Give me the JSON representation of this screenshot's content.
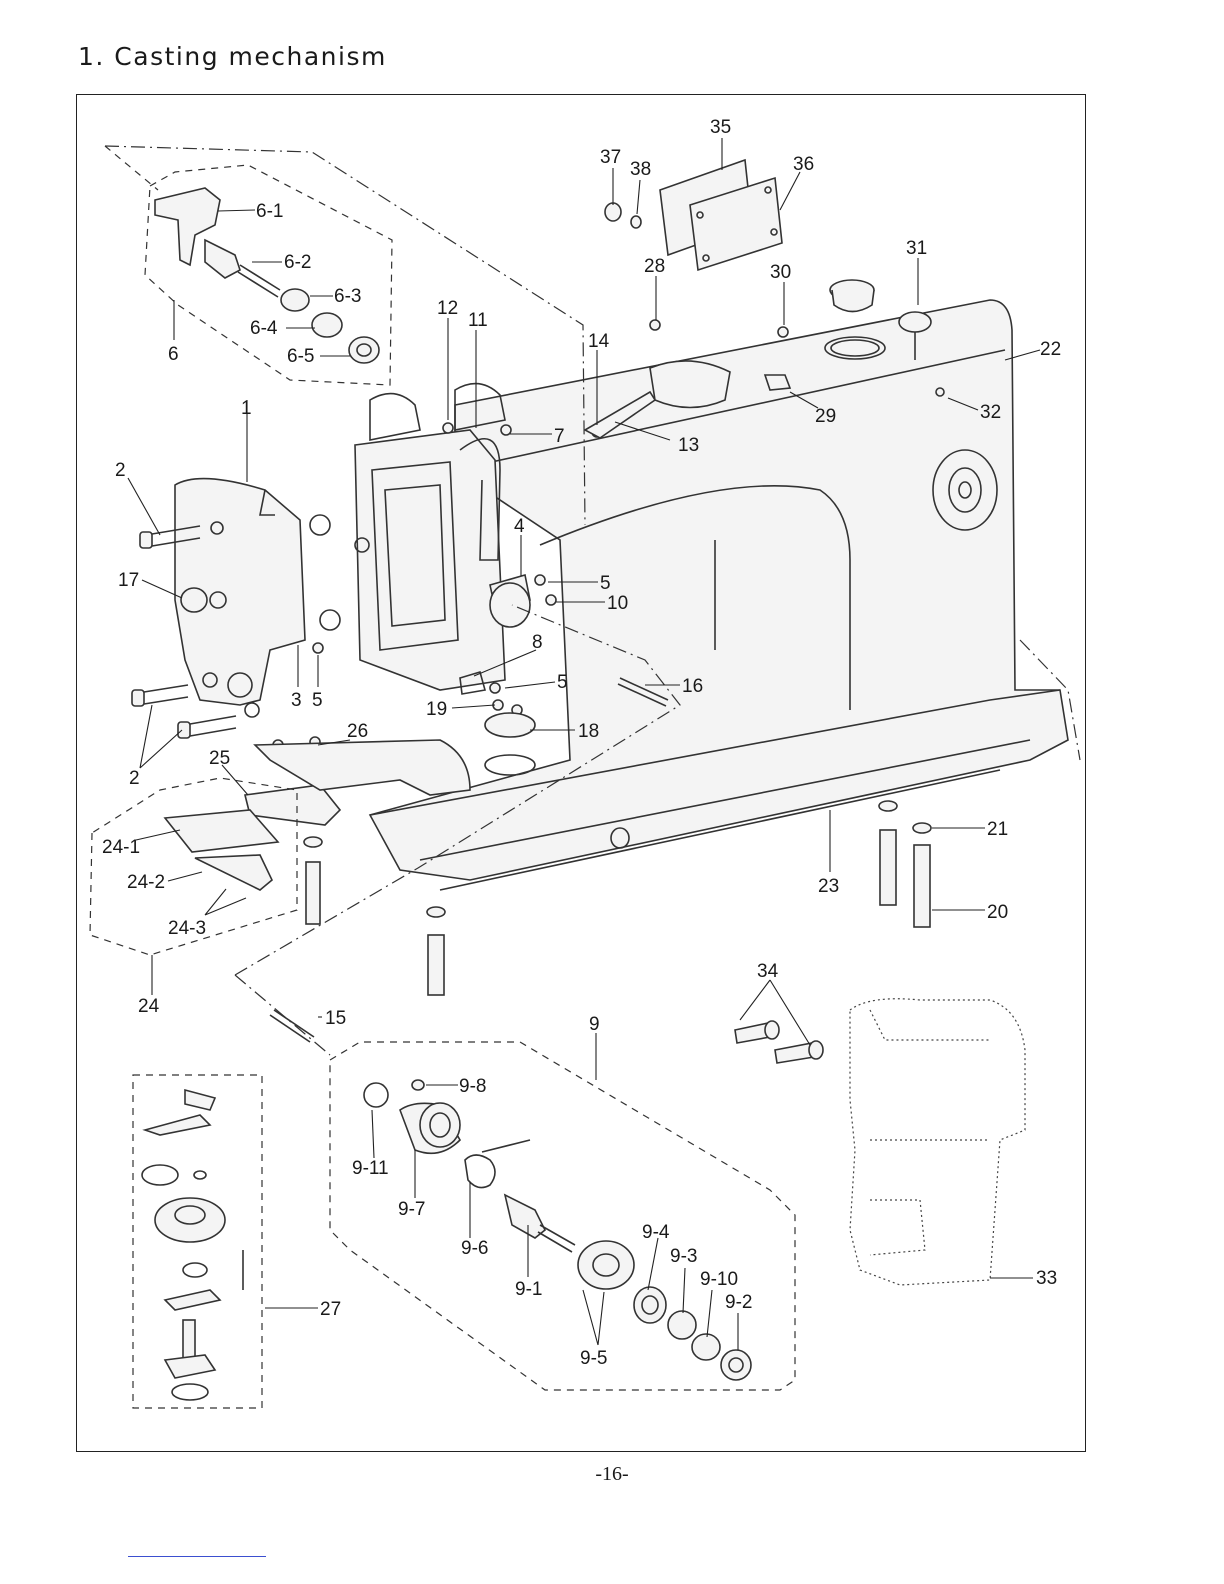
{
  "page": {
    "title": "1. Casting mechanism",
    "page_number": "-16-"
  },
  "callouts": [
    {
      "id": "c35",
      "label": "35"
    },
    {
      "id": "c37",
      "label": "37"
    },
    {
      "id": "c38",
      "label": "38"
    },
    {
      "id": "c36",
      "label": "36"
    },
    {
      "id": "c31",
      "label": "31"
    },
    {
      "id": "c28",
      "label": "28"
    },
    {
      "id": "c30",
      "label": "30"
    },
    {
      "id": "c22",
      "label": "22"
    },
    {
      "id": "c6-1",
      "label": "6-1"
    },
    {
      "id": "c6-2",
      "label": "6-2"
    },
    {
      "id": "c6-3",
      "label": "6-3"
    },
    {
      "id": "c6-4",
      "label": "6-4"
    },
    {
      "id": "c6-5",
      "label": "6-5"
    },
    {
      "id": "c6",
      "label": "6"
    },
    {
      "id": "c12",
      "label": "12"
    },
    {
      "id": "c11",
      "label": "11"
    },
    {
      "id": "c14",
      "label": "14"
    },
    {
      "id": "c29",
      "label": "29"
    },
    {
      "id": "c32",
      "label": "32"
    },
    {
      "id": "c1",
      "label": "1"
    },
    {
      "id": "c7",
      "label": "7"
    },
    {
      "id": "c13",
      "label": "13"
    },
    {
      "id": "c2a",
      "label": "2"
    },
    {
      "id": "c4",
      "label": "4"
    },
    {
      "id": "c17",
      "label": "17"
    },
    {
      "id": "c5a",
      "label": "5"
    },
    {
      "id": "c10",
      "label": "10"
    },
    {
      "id": "c8",
      "label": "8"
    },
    {
      "id": "c3",
      "label": "3"
    },
    {
      "id": "c5b",
      "label": "5"
    },
    {
      "id": "c5c",
      "label": "5"
    },
    {
      "id": "c16",
      "label": "16"
    },
    {
      "id": "c19",
      "label": "19"
    },
    {
      "id": "c26",
      "label": "26"
    },
    {
      "id": "c18",
      "label": "18"
    },
    {
      "id": "c25",
      "label": "25"
    },
    {
      "id": "c2b",
      "label": "2"
    },
    {
      "id": "c24-1",
      "label": "24-1"
    },
    {
      "id": "c24-2",
      "label": "24-2"
    },
    {
      "id": "c24-3",
      "label": "24-3"
    },
    {
      "id": "c24",
      "label": "24"
    },
    {
      "id": "c21",
      "label": "21"
    },
    {
      "id": "c23",
      "label": "23"
    },
    {
      "id": "c20",
      "label": "20"
    },
    {
      "id": "c34",
      "label": "34"
    },
    {
      "id": "c15",
      "label": "15"
    },
    {
      "id": "c9",
      "label": "9"
    },
    {
      "id": "c9-8",
      "label": "9-8"
    },
    {
      "id": "c9-11",
      "label": "9-11"
    },
    {
      "id": "c9-7",
      "label": "9-7"
    },
    {
      "id": "c9-6",
      "label": "9-6"
    },
    {
      "id": "c9-1",
      "label": "9-1"
    },
    {
      "id": "c9-4",
      "label": "9-4"
    },
    {
      "id": "c9-3",
      "label": "9-3"
    },
    {
      "id": "c9-10",
      "label": "9-10"
    },
    {
      "id": "c9-2",
      "label": "9-2"
    },
    {
      "id": "c9-5",
      "label": "9-5"
    },
    {
      "id": "c27",
      "label": "27"
    },
    {
      "id": "c33",
      "label": "33"
    }
  ]
}
